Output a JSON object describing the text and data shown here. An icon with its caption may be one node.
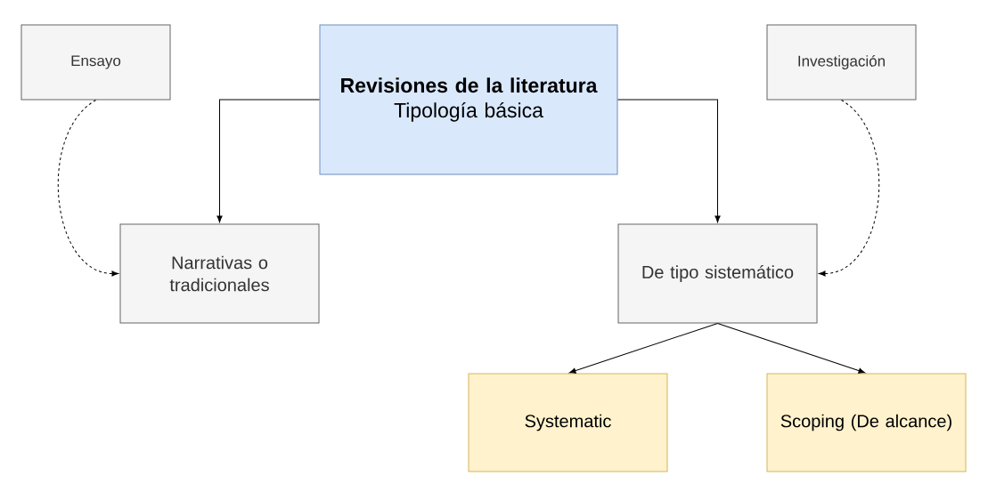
{
  "diagram": {
    "nodes": [
      {
        "text": [
          "Ensayo"
        ]
      },
      {
        "text": [
          "Revisiones de la literatura",
          "Tipología básica"
        ]
      },
      {
        "text": [
          "Investigación"
        ]
      },
      {
        "text": [
          "Narrativas o tradicionales"
        ]
      },
      {
        "text": [
          "De tipo sistemático"
        ]
      },
      {
        "text": [
          "Systematic"
        ]
      },
      {
        "text": [
          "Scoping (De alcance)"
        ]
      }
    ],
    "edges": [
      {
        "from": 1,
        "to": 3,
        "arrow": "to"
      },
      {
        "from": 1,
        "to": 4,
        "arrow": "to"
      },
      {
        "from": 0,
        "to": 3,
        "arrow": "to",
        "style": "dashed"
      },
      {
        "from": 2,
        "to": 4,
        "arrow": "to",
        "style": "dashed"
      },
      {
        "from": 4,
        "to": 5,
        "arrow": "to"
      },
      {
        "from": 4,
        "to": 6,
        "arrow": "to"
      }
    ]
  }
}
